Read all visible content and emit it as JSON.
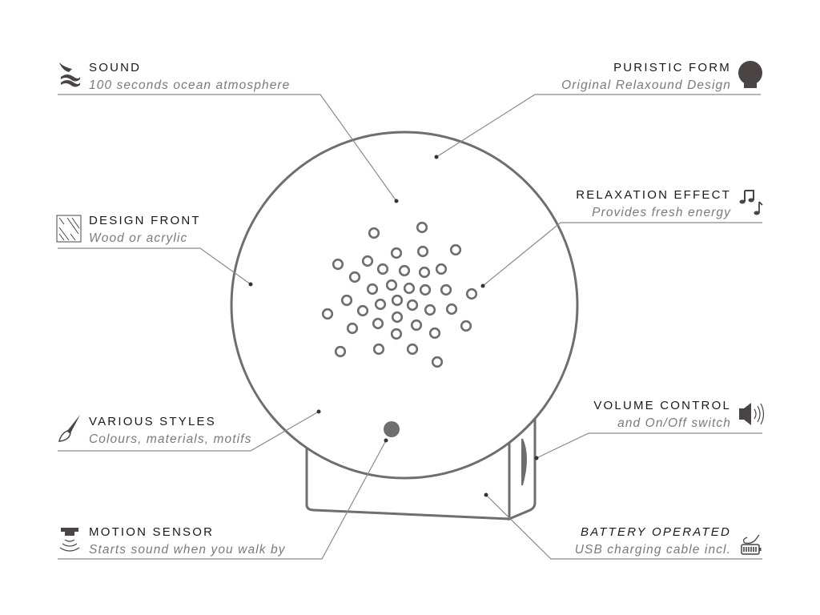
{
  "features": {
    "sound": {
      "title": "SOUND",
      "subtitle": "100 seconds ocean atmosphere",
      "icon": "ocean-wave-icon"
    },
    "design_front": {
      "title": "DESIGN FRONT",
      "subtitle": "Wood or acrylic",
      "icon": "hatched-panel-icon"
    },
    "various_styles": {
      "title": "VARIOUS STYLES",
      "subtitle": "Colours, materials, motifs",
      "icon": "paintbrush-icon"
    },
    "motion_sensor": {
      "title": "MOTION SENSOR",
      "subtitle": "Starts sound when you walk by",
      "icon": "motion-sensor-icon"
    },
    "puristic_form": {
      "title": "PURISTIC FORM",
      "subtitle": "Original Relaxound Design",
      "icon": "round-device-icon"
    },
    "relaxation_effect": {
      "title": "RELAXATION EFFECT",
      "subtitle": "Provides fresh energy",
      "icon": "music-notes-icon"
    },
    "volume_control": {
      "title": "VOLUME CONTROL",
      "subtitle": "and On/Off switch",
      "icon": "speaker-icon"
    },
    "battery_operated": {
      "title": "BATTERY OPERATED",
      "subtitle": "USB charging cable incl.",
      "icon": "battery-cable-icon"
    }
  },
  "colors": {
    "device_outline": "#6e6e6e",
    "icon": "#4a4444",
    "title": "#1a1a1a",
    "subtitle": "#7a7a7a"
  }
}
